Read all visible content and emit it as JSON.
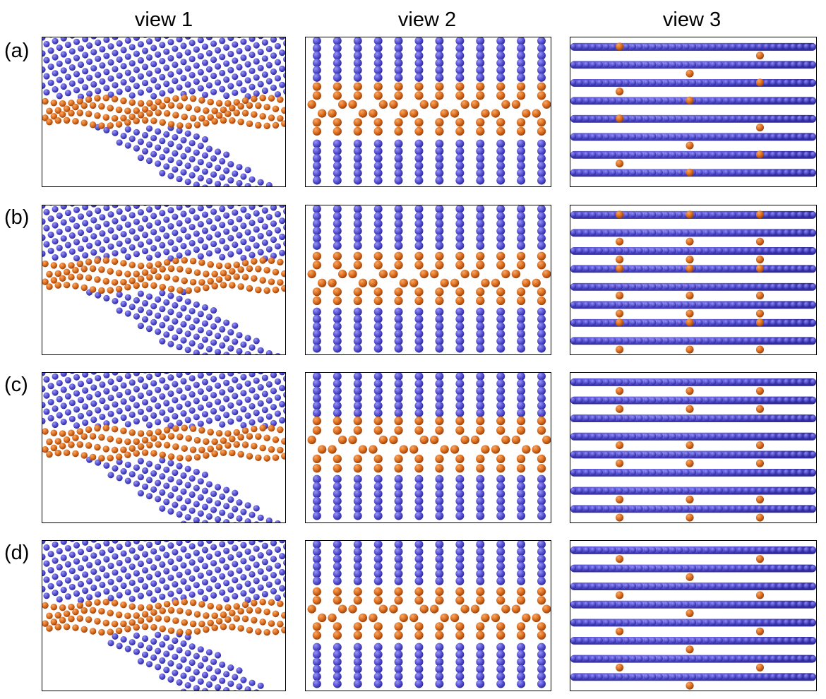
{
  "header": {
    "columns": [
      "view 1",
      "view 2",
      "view 3"
    ]
  },
  "rows": [
    {
      "label": "(a)"
    },
    {
      "label": "(b)"
    },
    {
      "label": "(c)"
    },
    {
      "label": "(d)"
    }
  ],
  "colors": {
    "bulk_atom": "#5a55d6",
    "boundary_atom": "#df7020",
    "frame": "#000000"
  }
}
